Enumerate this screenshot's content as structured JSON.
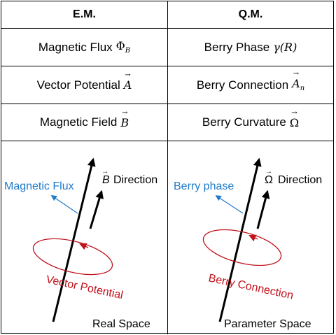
{
  "headers": {
    "em": "E.M.",
    "qm": "Q.M."
  },
  "rows": [
    {
      "em_text": "Magnetic Flux",
      "em_symbol": "Φ",
      "em_sub": "B",
      "qm_text": "Berry Phase",
      "qm_symbol": "γ(R)"
    },
    {
      "em_text": "Vector Potential",
      "em_symbol": "A",
      "qm_text": "Berry Connection",
      "qm_symbol": "A",
      "qm_sub": "n"
    },
    {
      "em_text": "Magnetic Field",
      "em_symbol": "B",
      "qm_text": "Berry Curvature",
      "qm_symbol": "Ω"
    }
  ],
  "diagram_left": {
    "flux_label": "Magnetic Flux",
    "field_symbol": "B",
    "direction_label": "Direction",
    "loop_label": "Vector Potential",
    "space_label": "Real Space"
  },
  "diagram_right": {
    "flux_label": "Berry phase",
    "field_symbol": "Ω",
    "direction_label": "Direction",
    "loop_label": "Berry Connection",
    "space_label": "Parameter Space"
  },
  "colors": {
    "blue": "#1f7ac9",
    "red": "#c0121b",
    "line": "#000000"
  }
}
